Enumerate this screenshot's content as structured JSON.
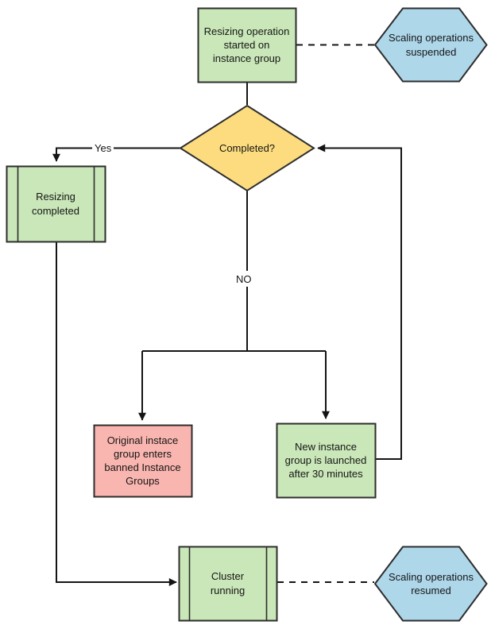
{
  "diagram": {
    "type": "flowchart",
    "colors": {
      "process_green": "#c9e7b8",
      "decision_yellow": "#fcdc7e",
      "event_blue": "#aed7ea",
      "warning_red": "#f9b5af",
      "shape_stroke": "#2d2d2d",
      "line": "#141414"
    },
    "nodes": {
      "start": {
        "label": "Resizing operation\nstarted on\ninstance group"
      },
      "suspended": {
        "label": "Scaling operations\nsuspended"
      },
      "decision": {
        "label": "Completed?"
      },
      "resizing_completed": {
        "label": "Resizing\ncompleted"
      },
      "banned_group": {
        "label": "Original instace\ngroup enters\nbanned Instance\nGroups"
      },
      "new_group": {
        "label": "New instance\ngroup is launched\nafter 30 minutes"
      },
      "cluster_running": {
        "label": "Cluster\nrunning"
      },
      "resumed": {
        "label": "Scaling operations\nresumed"
      }
    },
    "edge_labels": {
      "yes": "Yes",
      "no": "NO"
    }
  }
}
